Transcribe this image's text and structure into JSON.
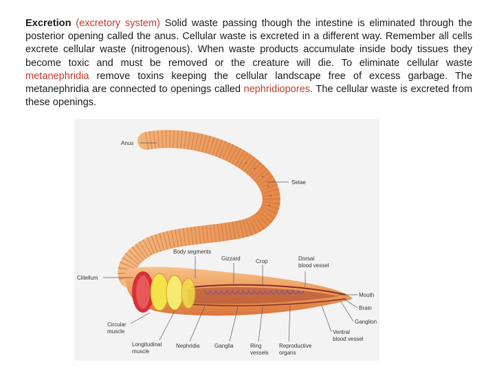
{
  "paragraph": {
    "excretion": "Excretion",
    "excretory_system": "(excretory system)",
    "part1": " Solid waste passing though the intestine is eliminated through the posterior opening called the anus.  Cellular waste is excreted in a different way.  Remember all cells excrete cellular waste (nitrogenous).  When waste products accumulate inside body tissues they become toxic and must be removed or the creature will die.  To eliminate cellular waste ",
    "metanephridia": "metanephridia",
    "part2": " remove toxins keeping the cellular landscape free of excess garbage. The metanephridia are connected to openings called ",
    "nephridiopores": "nephridiopores",
    "part3": ".  The cellular waste is excreted from these openings."
  },
  "figure_labels": {
    "anus": "Anus",
    "setae": "Setae",
    "body_segments": "Body segments",
    "gizzard": "Gizzard",
    "crop": "Crop",
    "dorsal_1": "Dorsal",
    "dorsal_2": "blood vessel",
    "clitellum": "Clitellum",
    "mouth": "Mouth",
    "brain": "Brain",
    "ganglion": "Ganglion",
    "ventral_1": "Ventral",
    "ventral_2": "blood vessel",
    "circular_1": "Circular",
    "circular_2": "muscle",
    "longitudinal_1": "Longitudinal",
    "longitudinal_2": "muscle",
    "nephridia": "Nephridia",
    "ganglia": "Ganglia",
    "ring_1": "Ring",
    "ring_2": "vessels",
    "repro_1": "Reproductive",
    "repro_2": "organs"
  },
  "colors": {
    "worm_body": "#f0a868",
    "worm_ring": "#d9824a",
    "clitellum": "#d8303a",
    "muscle_yellow": "#f4e24a",
    "highlight_red": "#c0392b"
  }
}
